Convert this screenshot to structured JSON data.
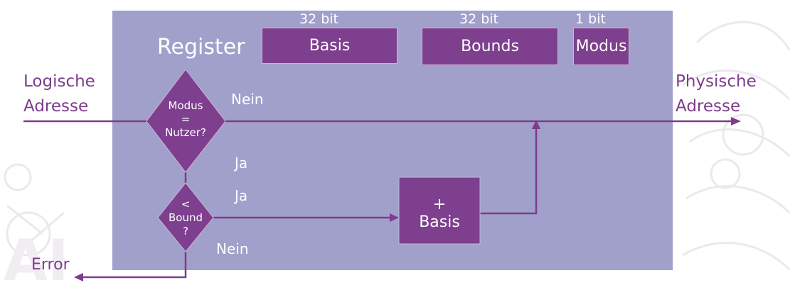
{
  "register": {
    "title": "Register",
    "fields": [
      {
        "width_label": "32 bit",
        "name": "Basis"
      },
      {
        "width_label": "32 bit",
        "name": "Bounds"
      },
      {
        "width_label": "1 bit",
        "name": "Modus"
      }
    ]
  },
  "input": {
    "line1": "Logische",
    "line2": "Adresse"
  },
  "output": {
    "line1": "Physische",
    "line2": "Adresse"
  },
  "mode_check": {
    "line1": "Modus",
    "line2": "=",
    "line3": "Nutzer?",
    "no_label": "Nein",
    "yes_label": "Ja"
  },
  "bound_check": {
    "line1": "<",
    "line2": "Bound",
    "line3": "?",
    "yes_label": "Ja",
    "no_label": "Nein"
  },
  "adder": {
    "line1": "+",
    "line2": "Basis"
  },
  "error": {
    "label": "Error"
  },
  "colors": {
    "panel": "#a0a0cb",
    "box": "#7e3f8e",
    "line": "#7d3d8c",
    "text_on_panel": "#ffffff"
  }
}
